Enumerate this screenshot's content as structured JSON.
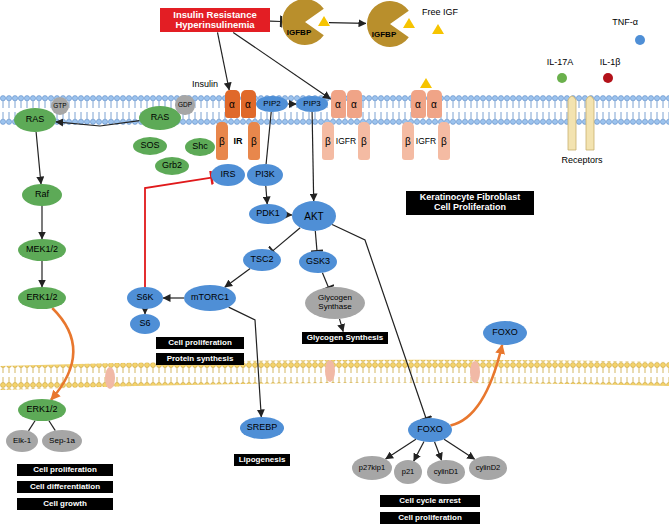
{
  "diagram": {
    "nodes": [
      {
        "text": [
          "Insulin Resistance Hyperinsulinemia"
        ]
      },
      {
        "text": [
          "IGFBP"
        ]
      },
      {
        "text": [
          "IGFBP"
        ]
      },
      {
        "text": [
          "α"
        ]
      },
      {
        "text": [
          "α"
        ]
      },
      {
        "text": [
          "β"
        ]
      },
      {
        "text": [
          "β"
        ]
      },
      {
        "text": [
          "α"
        ]
      },
      {
        "text": [
          "α"
        ]
      },
      {
        "text": [
          "β"
        ]
      },
      {
        "text": [
          "β"
        ]
      },
      {
        "text": [
          "α"
        ]
      },
      {
        "text": [
          "α"
        ]
      },
      {
        "text": [
          "β"
        ]
      },
      {
        "text": [
          "β"
        ]
      },
      {
        "text": [
          "RAS"
        ]
      },
      {
        "text": [
          "GTP"
        ]
      },
      {
        "text": [
          "RAS"
        ]
      },
      {
        "text": [
          "GDP"
        ]
      },
      {
        "text": [
          "SOS"
        ]
      },
      {
        "text": [
          "Shc"
        ]
      },
      {
        "text": [
          "Grb2"
        ]
      },
      {
        "text": [
          "PIP2"
        ]
      },
      {
        "text": [
          "PIP3"
        ]
      },
      {
        "text": [
          "Keratinocyte Fibroblast Cell Proliferation"
        ]
      },
      {
        "text": [
          "IRS"
        ]
      },
      {
        "text": [
          "PI3K"
        ]
      },
      {
        "text": [
          "PDK1"
        ]
      },
      {
        "text": [
          "AKT"
        ]
      },
      {
        "text": [
          "Raf"
        ]
      },
      {
        "text": [
          "TSC2"
        ]
      },
      {
        "text": [
          "GSK3"
        ]
      },
      {
        "text": [
          "MEK1/2"
        ]
      },
      {
        "text": [
          "S6K"
        ]
      },
      {
        "text": [
          "mTORC1"
        ]
      },
      {
        "text": [
          "ERK1/2"
        ]
      },
      {
        "text": [
          "Glycogen Synthase"
        ]
      },
      {
        "text": [
          "S6"
        ]
      },
      {
        "text": [
          "Cell proliferation"
        ]
      },
      {
        "text": [
          "Protein synthesis"
        ]
      },
      {
        "text": [
          "Glycogen Synthesis"
        ]
      },
      {
        "text": [
          "FOXO"
        ]
      },
      {
        "text": [
          "ERK1/2"
        ]
      },
      {
        "text": [
          "SREBP"
        ]
      },
      {
        "text": [
          "FOXO"
        ]
      },
      {
        "text": [
          "Elk-1"
        ]
      },
      {
        "text": [
          "Sep-1a"
        ]
      },
      {
        "text": [
          "Lipogenesis"
        ]
      },
      {
        "text": [
          "p27kip1"
        ]
      },
      {
        "text": [
          "p21"
        ]
      },
      {
        "text": [
          "cylinD1"
        ]
      },
      {
        "text": [
          "cylinD2"
        ]
      },
      {
        "text": [
          "Cell proliferation"
        ]
      },
      {
        "text": [
          "Cell differentiation"
        ]
      },
      {
        "text": [
          "Cell growth"
        ]
      },
      {
        "text": [
          "Cell cycle arrest"
        ]
      },
      {
        "text": [
          "Cell proliferation"
        ]
      }
    ],
    "edges": [
      {
        "from": 0,
        "to": 3,
        "arrow": "to"
      },
      {
        "from": 0,
        "to": 7,
        "arrow": "to"
      },
      {
        "from": 0,
        "to": 1,
        "arrow": "to"
      },
      {
        "from": 1,
        "to": 2,
        "arrow": "to"
      },
      {
        "from": 17,
        "to": 15,
        "arrow": "to"
      },
      {
        "from": 15,
        "to": 29,
        "arrow": "to"
      },
      {
        "from": 29,
        "to": 32,
        "arrow": "to"
      },
      {
        "from": 32,
        "to": 35,
        "arrow": "to"
      },
      {
        "from": 35,
        "to": 42,
        "arrow": "to"
      },
      {
        "from": 42,
        "to": 45,
        "arrow": "none"
      },
      {
        "from": 42,
        "to": 46,
        "arrow": "none"
      },
      {
        "from": 26,
        "to": 22,
        "arrow": "none"
      },
      {
        "from": 22,
        "to": 23,
        "arrow": "to"
      },
      {
        "from": 26,
        "to": 27,
        "arrow": "to"
      },
      {
        "from": 27,
        "to": 28,
        "arrow": "to"
      },
      {
        "from": 23,
        "to": 28,
        "arrow": "to"
      },
      {
        "from": 28,
        "to": 30,
        "arrow": "to"
      },
      {
        "from": 28,
        "to": 31,
        "arrow": "to"
      },
      {
        "from": 31,
        "to": 36,
        "arrow": "to"
      },
      {
        "from": 36,
        "to": 40,
        "arrow": "to"
      },
      {
        "from": 30,
        "to": 34,
        "arrow": "to"
      },
      {
        "from": 34,
        "to": 33,
        "arrow": "to"
      },
      {
        "from": 33,
        "to": 37,
        "arrow": "to"
      },
      {
        "from": 33,
        "to": 25,
        "arrow": "to"
      },
      {
        "from": 34,
        "to": 43,
        "arrow": "to"
      },
      {
        "from": 28,
        "to": 44,
        "arrow": "to"
      },
      {
        "from": 44,
        "to": 41,
        "arrow": "to"
      },
      {
        "from": 44,
        "to": 48,
        "arrow": "to"
      },
      {
        "from": 44,
        "to": 49,
        "arrow": "to"
      },
      {
        "from": 44,
        "to": 50,
        "arrow": "to"
      },
      {
        "from": 44,
        "to": 51,
        "arrow": "to"
      }
    ],
    "labels": [
      "Insulin",
      "IR",
      "IGFR",
      "IGFR",
      "Free IGF",
      "IL-17A",
      "TNF-α",
      "IL-1β",
      "Receptors"
    ]
  }
}
